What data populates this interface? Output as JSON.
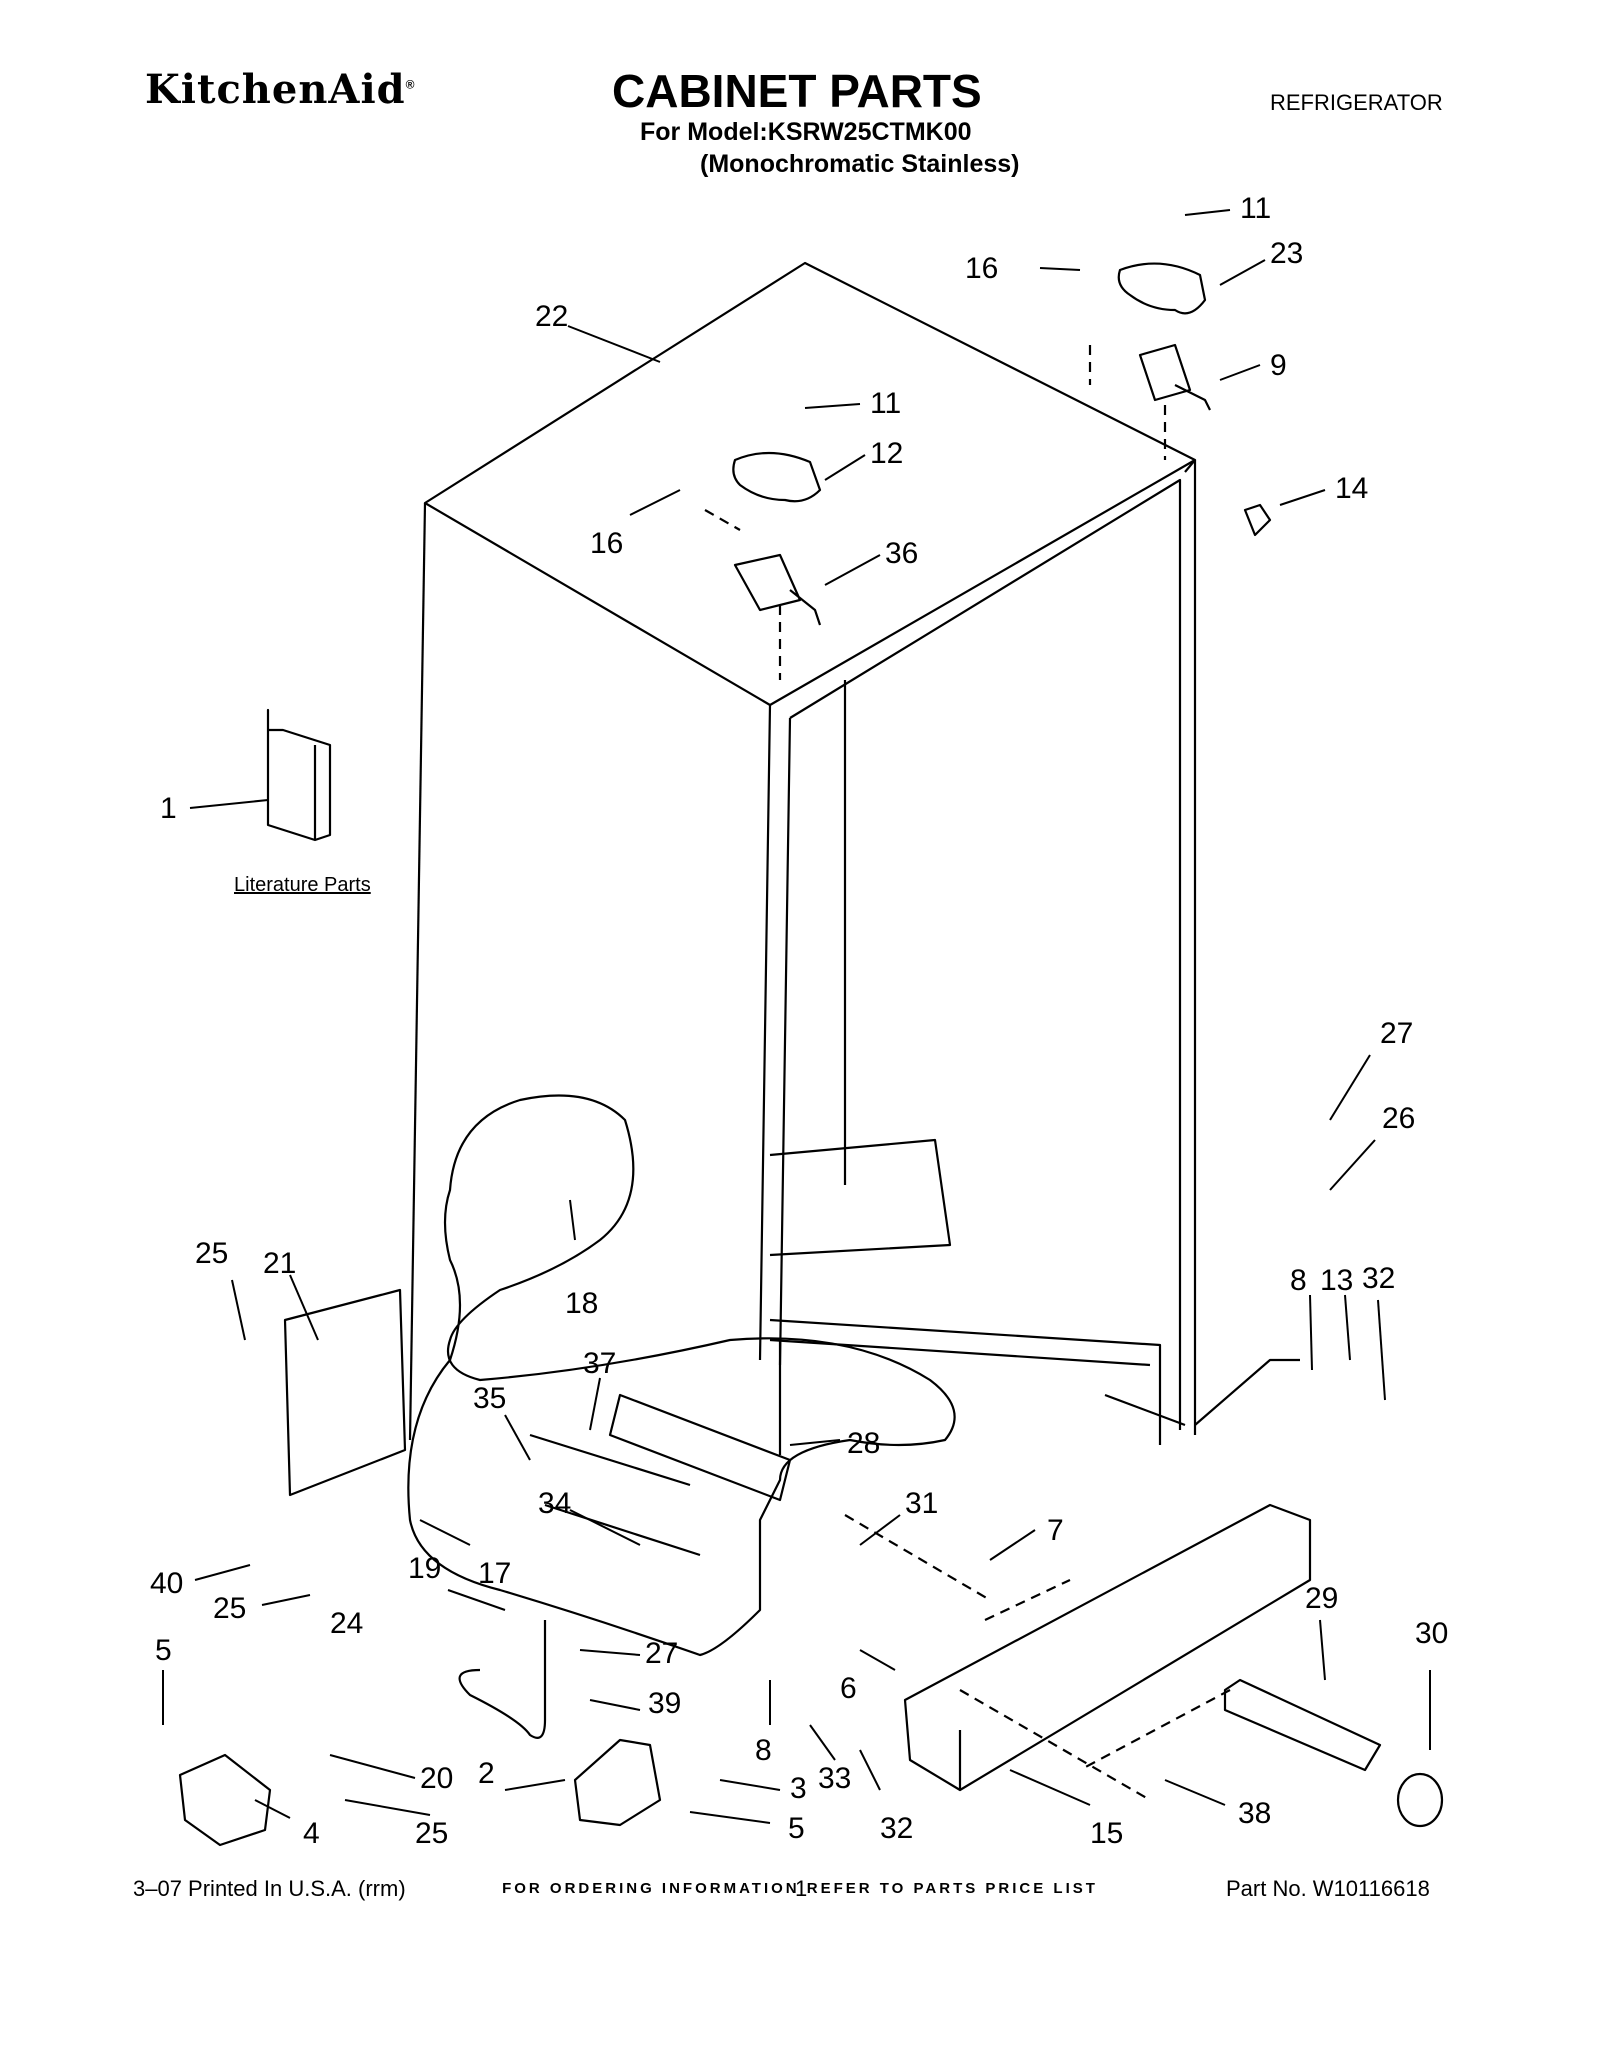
{
  "header": {
    "brand": "KitchenAid",
    "brand_mark": "®",
    "title": "CABINET PARTS",
    "model_line": "For Model:KSRW25CTMK00",
    "finish_line": "(Monochromatic Stainless)",
    "category": "REFRIGERATOR"
  },
  "diagram": {
    "literature_label": "Literature Parts",
    "callouts": [
      "1",
      "2",
      "3",
      "4",
      "5",
      "5",
      "6",
      "7",
      "8",
      "8",
      "9",
      "11",
      "11",
      "12",
      "13",
      "14",
      "15",
      "16",
      "16",
      "17",
      "18",
      "19",
      "20",
      "21",
      "22",
      "23",
      "24",
      "25",
      "25",
      "25",
      "26",
      "27",
      "27",
      "28",
      "29",
      "30",
      "31",
      "32",
      "32",
      "33",
      "34",
      "35",
      "36",
      "37",
      "38",
      "39",
      "40"
    ]
  },
  "footer": {
    "ordering_note": "FOR ORDERING INFORMATION REFER TO PARTS PRICE LIST",
    "printed": "3–07 Printed In U.S.A. (rrm)",
    "page": "1",
    "part_no": "Part No. W10116618"
  }
}
